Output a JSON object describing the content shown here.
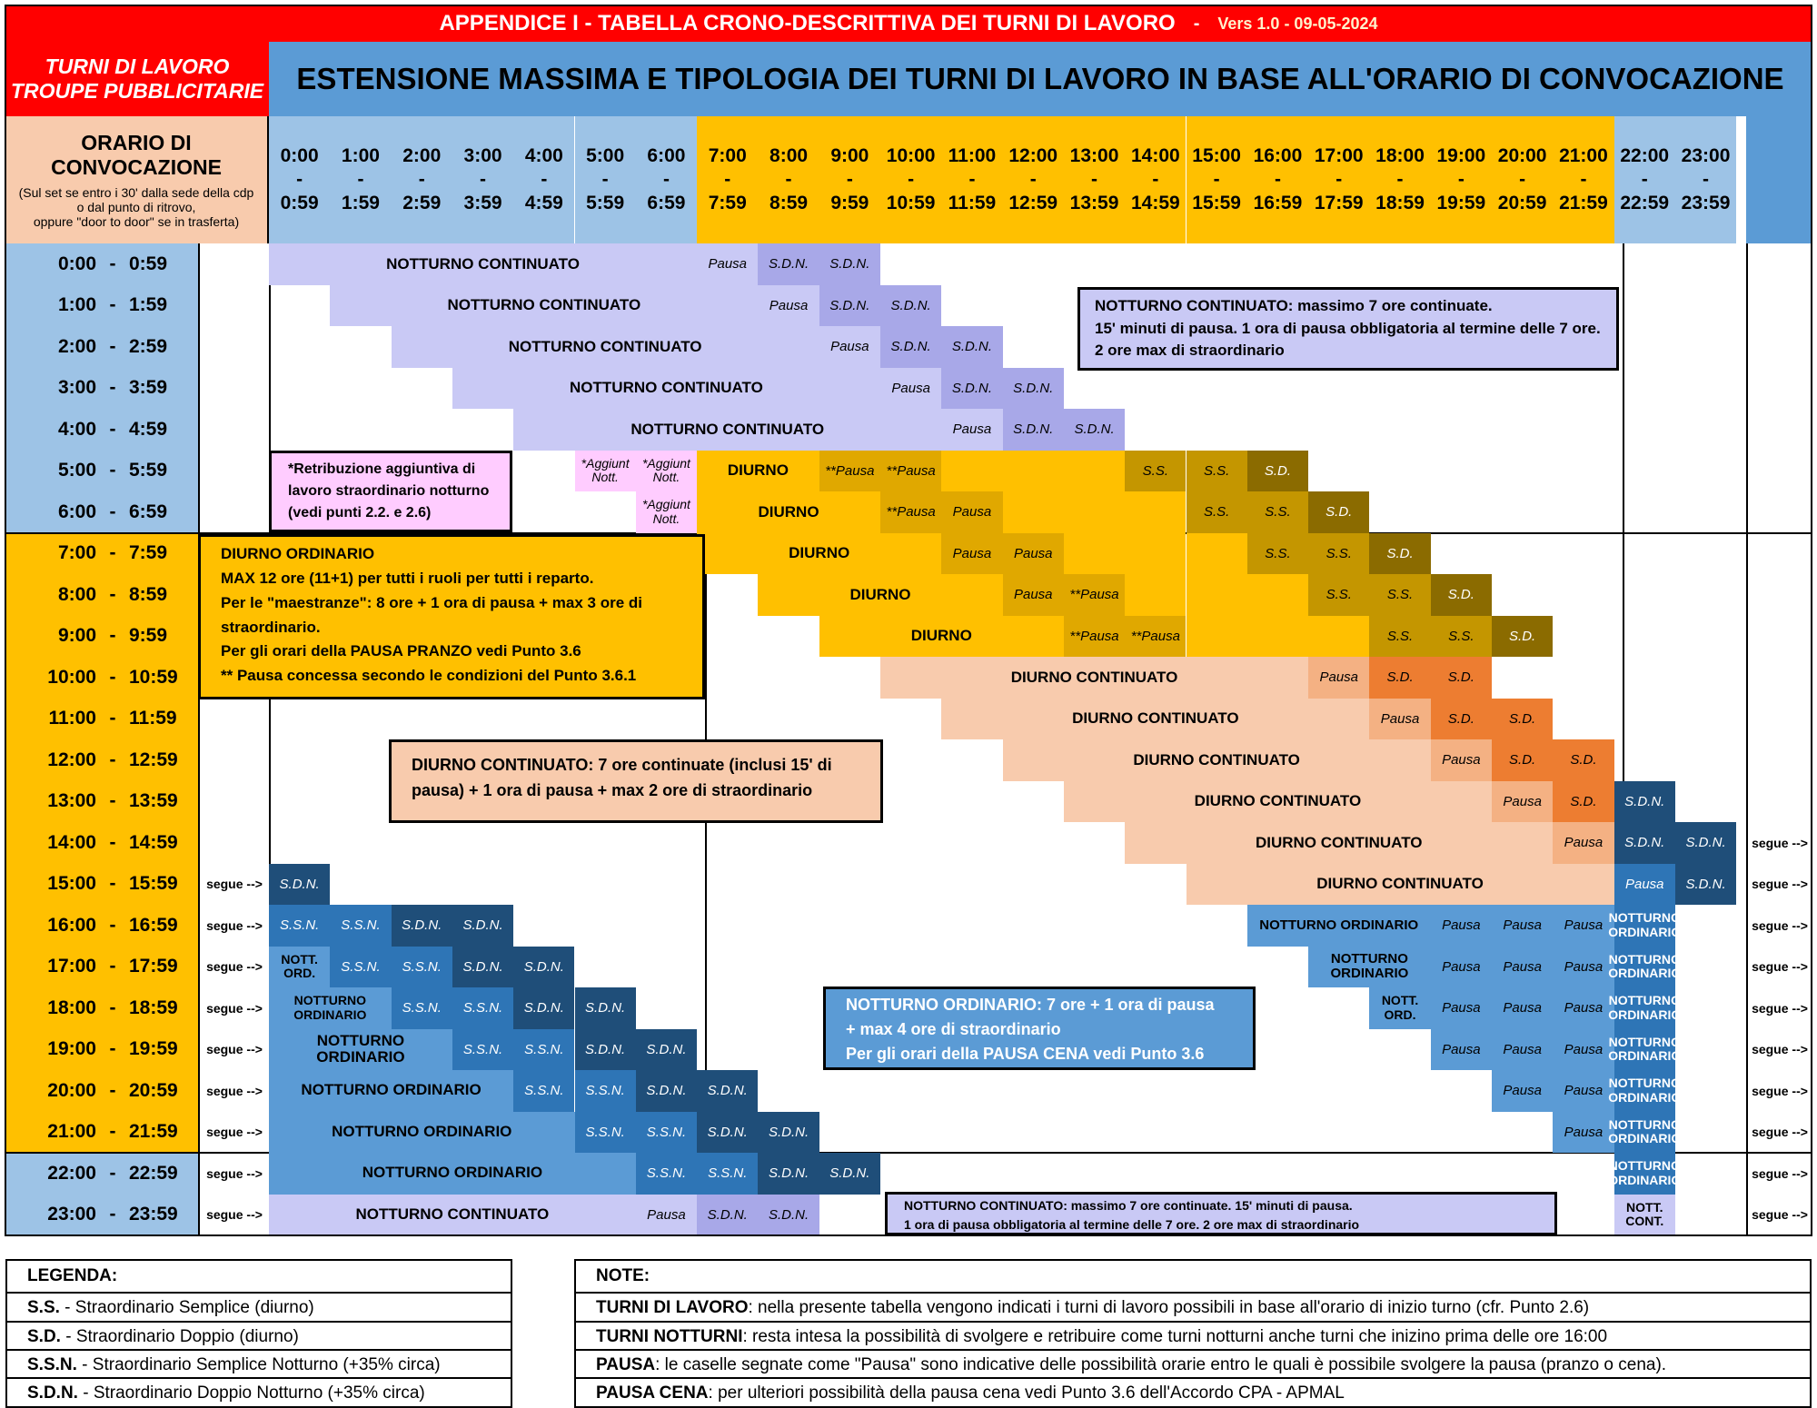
{
  "header": {
    "title": "APPENDICE I - TABELLA CRONO-DESCRITTIVA DEI TURNI DI LAVORO",
    "dash": "-",
    "version": "Vers 1.0 - 09-05-2024"
  },
  "subheader": {
    "left_line1": "TURNI DI LAVORO",
    "left_line2": "TROUPE PUBBLICITARIE",
    "main": "ESTENSIONE MASSIMA E TIPOLOGIA DEI TURNI DI LAVORO IN BASE ALL'ORARIO DI CONVOCAZIONE"
  },
  "corner": {
    "line1": "ORARIO DI",
    "line2": "CONVOCAZIONE",
    "note1": "(Sul set se entro i 30' dalla sede della cdp",
    "note2": "o dal punto di ritrovo,",
    "note3": "oppure \"door to door\" se in trasferta)"
  },
  "hours_top": [
    "0:00",
    "1:00",
    "2:00",
    "3:00",
    "4:00",
    "5:00",
    "6:00",
    "7:00",
    "8:00",
    "9:00",
    "10:00",
    "11:00",
    "12:00",
    "13:00",
    "14:00",
    "15:00",
    "16:00",
    "17:00",
    "18:00",
    "19:00",
    "20:00",
    "21:00",
    "22:00",
    "23:00"
  ],
  "hours_bottom": [
    "0:59",
    "1:59",
    "2:59",
    "3:59",
    "4:59",
    "5:59",
    "6:59",
    "7:59",
    "8:59",
    "9:59",
    "10:59",
    "11:59",
    "12:59",
    "13:59",
    "14:59",
    "15:59",
    "16:59",
    "17:59",
    "18:59",
    "19:59",
    "20:59",
    "21:59",
    "22:59",
    "23:59"
  ],
  "rows": [
    {
      "start": "0:00",
      "end": "0:59"
    },
    {
      "start": "1:00",
      "end": "1:59"
    },
    {
      "start": "2:00",
      "end": "2:59"
    },
    {
      "start": "3:00",
      "end": "3:59"
    },
    {
      "start": "4:00",
      "end": "4:59"
    },
    {
      "start": "5:00",
      "end": "5:59"
    },
    {
      "start": "6:00",
      "end": "6:59"
    },
    {
      "start": "7:00",
      "end": "7:59"
    },
    {
      "start": "8:00",
      "end": "8:59"
    },
    {
      "start": "9:00",
      "end": "9:59"
    },
    {
      "start": "10:00",
      "end": "10:59"
    },
    {
      "start": "11:00",
      "end": "11:59"
    },
    {
      "start": "12:00",
      "end": "12:59"
    },
    {
      "start": "13:00",
      "end": "13:59"
    },
    {
      "start": "14:00",
      "end": "14:59"
    },
    {
      "start": "15:00",
      "end": "15:59"
    },
    {
      "start": "16:00",
      "end": "16:59"
    },
    {
      "start": "17:00",
      "end": "17:59"
    },
    {
      "start": "18:00",
      "end": "18:59"
    },
    {
      "start": "19:00",
      "end": "19:59"
    },
    {
      "start": "20:00",
      "end": "20:59"
    },
    {
      "start": "21:00",
      "end": "21:59"
    },
    {
      "start": "22:00",
      "end": "22:59"
    },
    {
      "start": "23:00",
      "end": "23:59"
    }
  ],
  "labels": {
    "notturno_continuato": "NOTTURNO CONTINUATO",
    "diurno": "DIURNO",
    "diurno_continuato": "DIURNO CONTINUATO",
    "notturno_ordinario": "NOTTURNO ORDINARIO",
    "nott_ord": "NOTT. ORD.",
    "nott_cont": "NOTT. CONT.",
    "pausa": "Pausa",
    "pausa2": "**Pausa",
    "sdn": "S.D.N.",
    "ssn": "S.S.N.",
    "ss": "S.S.",
    "sd": "S.D.",
    "aggiunt": "*Aggiunt Nott.",
    "segue": "segue -->"
  },
  "boxes": {
    "notturno_continuato": [
      "NOTTURNO CONTINUATO: massimo 7 ore continuate.",
      "15' minuti di pausa. 1 ora di pausa obbligatoria al termine delle 7 ore.",
      "2 ore max di straordinario"
    ],
    "retribuzione": [
      "*Retribuzione aggiuntiva di",
      "lavoro straordinario notturno",
      "(vedi punti 2.2. e 2.6)"
    ],
    "diurno_ordinario": [
      "DIURNO ORDINARIO",
      "MAX 12 ore (11+1) per tutti i ruoli per tutti i reparto.",
      "Per le \"maestranze\": 8  ore  + 1 ora di pausa + max 3  ore di",
      "straordinario.",
      "Per gli orari della PAUSA PRANZO vedi Punto 3.6",
      "** Pausa concessa secondo le condizioni del Punto 3.6.1"
    ],
    "diurno_continuato": [
      "DIURNO CONTINUATO: 7 ore continuate (inclusi 15' di",
      "pausa) + 1 ora di pausa  + max 2 ore di straordinario"
    ],
    "notturno_ordinario": [
      "NOTTURNO ORDINARIO:  7 ore  + 1 ora di pausa",
      "+ max 4 ore di straordinario",
      "Per gli orari della PAUSA CENA vedi Punto 3.6"
    ],
    "notturno_continuato_bottom": [
      "NOTTURNO CONTINUATO: massimo 7 ore continuate. 15' minuti di pausa.",
      "1 ora di pausa obbligatoria al termine delle 7 ore. 2 ore max di straordinario"
    ]
  },
  "legend": {
    "title": "LEGENDA:",
    "items": [
      {
        "code": "S.S.",
        "desc": " - Straordinario Semplice (diurno)"
      },
      {
        "code": "S.D.",
        "desc": " - Straordinario Doppio (diurno)"
      },
      {
        "code": "S.S.N.",
        "desc": " - Straordinario Semplice Notturno (+35% circa)"
      },
      {
        "code": "S.D.N.",
        "desc": " - Straordinario Doppio Notturno (+35% circa)"
      }
    ]
  },
  "notes": {
    "title": "NOTE:",
    "items": [
      {
        "key": "TURNI DI LAVORO",
        "text": ": nella presente tabella vengono indicati i turni di lavoro possibili in base all'orario di inizio turno (cfr. Punto 2.6)"
      },
      {
        "key": "TURNI NOTTURNI",
        "text": ": resta intesa la possibilità di svolgere e retribuire come turni notturni anche turni che inizino prima delle ore 16:00"
      },
      {
        "key": "PAUSA",
        "text": ": le caselle segnate come \"Pausa\" sono indicative delle possibilità orarie entro le quali è possibile svolgere la pausa (pranzo o cena)."
      },
      {
        "key": "PAUSA CENA",
        "text": ": per ulteriori possibilità della pausa cena vedi Punto 3.6 dell'Accordo CPA - APMAL"
      }
    ]
  },
  "colors": {
    "red": "#ff0000",
    "blue_header": "#5b9bd5",
    "orange": "#ffc000",
    "peach": "#f8cbad",
    "lavender": "#c9c9f5",
    "navy": "#1f4e79"
  }
}
